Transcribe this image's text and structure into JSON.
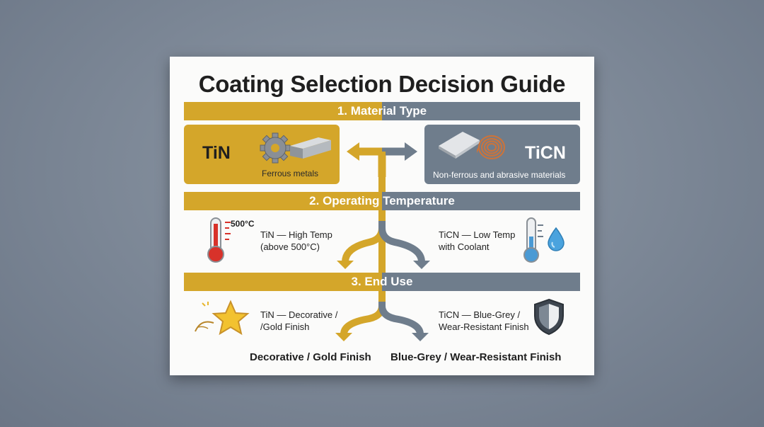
{
  "title": "Coating Selection Decision Guide",
  "sections": {
    "material": "1. Material Type",
    "temperature": "2. Operating Temperature",
    "enduse": "3. End Use"
  },
  "material": {
    "tin": {
      "name": "TiN",
      "desc": "Ferrous metals"
    },
    "ticn": {
      "name": "TiCN",
      "desc": "Non-ferrous and abrasive materials"
    }
  },
  "temperature": {
    "tin_line1": "TiN — High Temp",
    "tin_line2": "(above 500°C)",
    "thermometer_label": "500°C",
    "ticn_line1": "TiCN — Low Temp",
    "ticn_line2": "with Coolant"
  },
  "enduse": {
    "tin_line1": "TiN — Decorative /",
    "tin_line2": "/Gold Finish",
    "ticn_line1": "TiCN — Blue-Grey /",
    "ticn_line2": "Wear-Resistant Finish"
  },
  "results": {
    "tin": "Decorative / Gold Finish",
    "ticn": "Blue-Grey / Wear-Resistant Finish"
  },
  "colors": {
    "gold": "#d4a62a",
    "slate": "#6f7d8c",
    "background": "#7b8695",
    "card": "#fbfbfa"
  },
  "icons": [
    "gear-icon",
    "metal-bar-icon",
    "metal-plate-icon",
    "copper-coil-icon",
    "hot-thermometer-icon",
    "cool-thermometer-icon",
    "water-drop-icon",
    "star-icon",
    "shield-icon"
  ]
}
